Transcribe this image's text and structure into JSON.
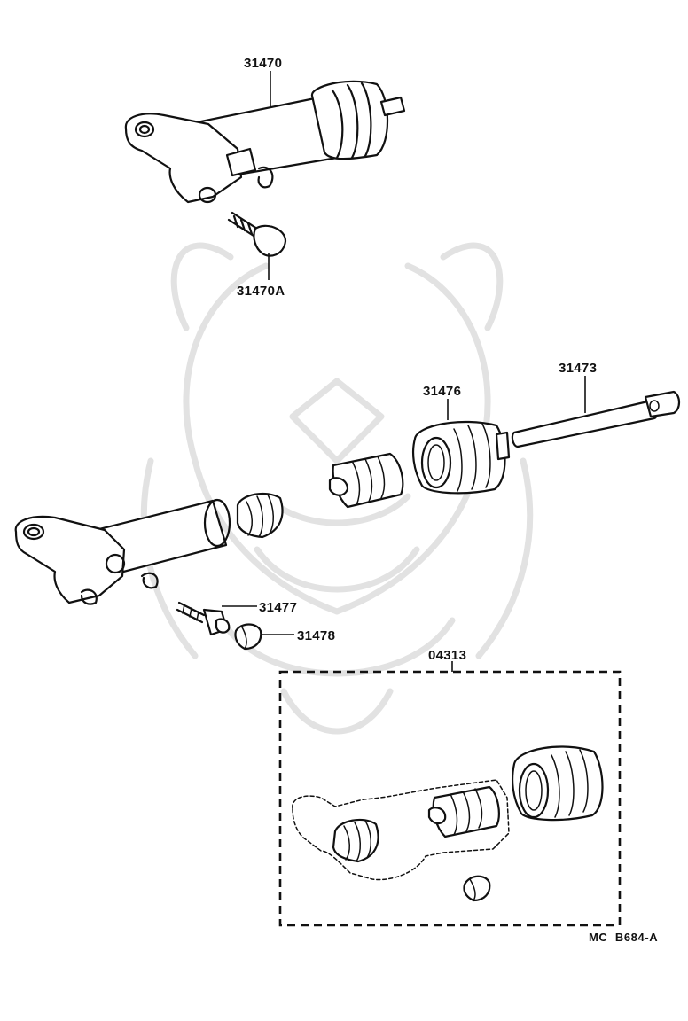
{
  "parts": {
    "p31470": "31470",
    "p31470a": "31470A",
    "p31473": "31473",
    "p31476": "31476",
    "p31477": "31477",
    "p31478": "31478",
    "p04313": "04313"
  },
  "drawing_code": "MC  B684-A",
  "colors": {
    "line": "#111111",
    "background": "#ffffff",
    "watermark": "#e2e2e2"
  },
  "watermark_icon": "samurai-helmet-watermark-icon"
}
